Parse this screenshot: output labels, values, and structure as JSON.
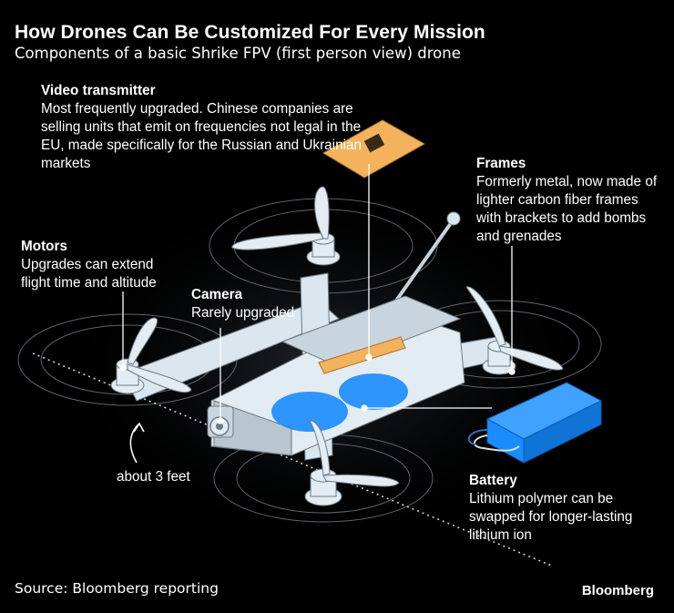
{
  "header": {
    "title": "How Drones Can Be Customized For Every Mission",
    "subtitle": "Components of a basic Shrike FPV (first person view) drone"
  },
  "callouts": {
    "video_transmitter": {
      "title": "Video transmitter",
      "text": "Most frequently upgraded. Chinese companies are selling units that emit on frequencies not legal in the EU, made specifically for the Russian and Ukrainian markets"
    },
    "frames": {
      "title": "Frames",
      "text": "Formerly metal, now made of lighter carbon fiber frames with brackets to add bombs and grenades"
    },
    "motors": {
      "title": "Motors",
      "text": "Upgrades can extend flight time and altitude"
    },
    "camera": {
      "title": "Camera",
      "text": "Rarely upgraded"
    },
    "battery": {
      "title": "Battery",
      "text": "Lithium polymer can be swapped for longer-lasting lithium ion"
    }
  },
  "dimension": {
    "label": "about 3 feet"
  },
  "footer": {
    "source": "Source: Bloomberg reporting",
    "brand": "Bloomberg"
  },
  "colors": {
    "background": "#000000",
    "frame": "#dbe6ee",
    "battery": "#1a8cff",
    "transmitter": "#f2b35c",
    "leader": "#ffffff"
  }
}
